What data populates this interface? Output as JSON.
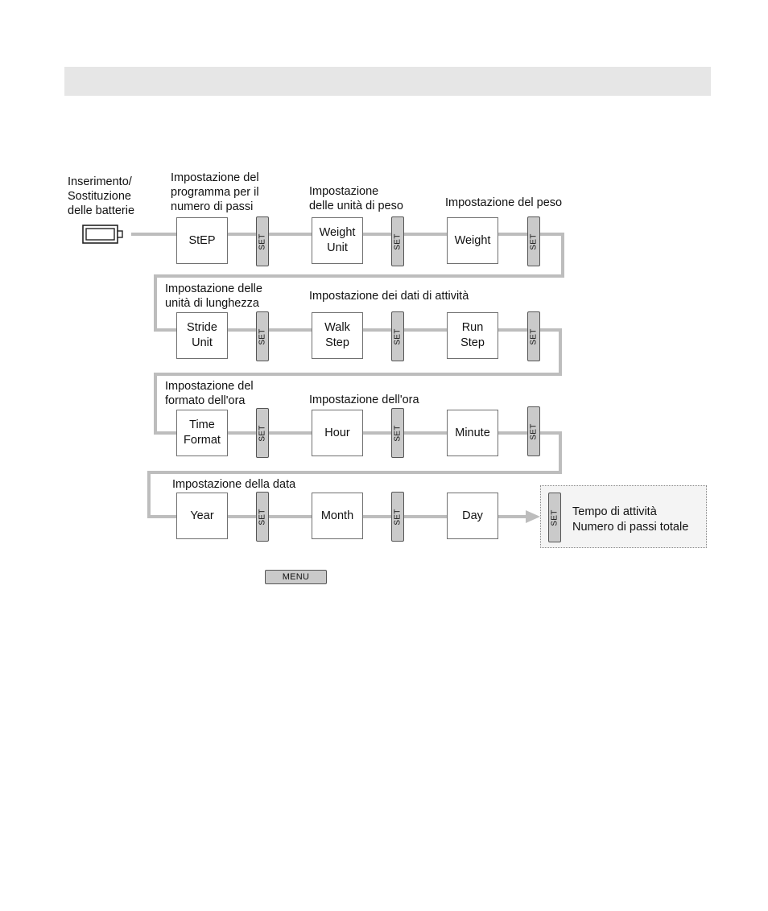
{
  "battery_label": "Inserimento/\nSostituzione\ndelle batterie",
  "set_label": "SET",
  "menu_label": "MENU",
  "rows": [
    {
      "labels": [
        "Impostazione del\nprogramma per il\nnumero di passi",
        "Impostazione\ndelle unità di peso",
        "Impostazione del peso"
      ],
      "boxes": [
        "StEP",
        "Weight\nUnit",
        "Weight"
      ]
    },
    {
      "labels": [
        "Impostazione delle\nunità di lunghezza",
        "Impostazione dei dati di attività"
      ],
      "boxes": [
        "Stride\nUnit",
        "Walk\nStep",
        "Run\nStep"
      ]
    },
    {
      "labels": [
        "Impostazione del\nformato dell'ora",
        "Impostazione dell'ora"
      ],
      "boxes": [
        "Time\nFormat",
        "Hour",
        "Minute"
      ]
    },
    {
      "labels": [
        "Impostazione della data"
      ],
      "boxes": [
        "Year",
        "Month",
        "Day"
      ]
    }
  ],
  "final_text": "Tempo di attività\nNumero di passi totale"
}
